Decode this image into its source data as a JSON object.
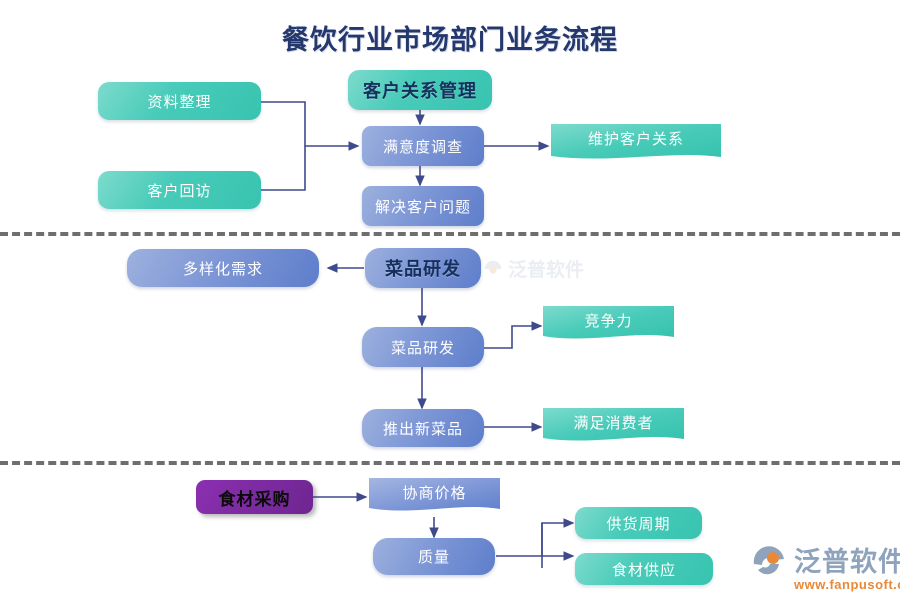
{
  "title": "餐饮行业市场部门业务流程",
  "colors": {
    "title": "#24386e",
    "teal": "#3dc6b4",
    "blue": "#6f8ed2",
    "purple": "#7a2a9e",
    "connector": "#3f4a8c",
    "divider": "#6e6e6e",
    "logo_text": "#8fa3bd",
    "logo_url": "#e8893a"
  },
  "sections": [
    {
      "id": "customer-relations",
      "header": {
        "label": "客户关系管理",
        "shape": "teal-rounded-header"
      },
      "nodes": [
        {
          "id": "data-organize",
          "label": "资料整理",
          "shape": "teal-rounded"
        },
        {
          "id": "customer-revisit",
          "label": "客户回访",
          "shape": "teal-rounded"
        },
        {
          "id": "satisfaction-survey",
          "label": "满意度调查",
          "shape": "blue-rounded"
        },
        {
          "id": "solve-customer-issue",
          "label": "解决客户问题",
          "shape": "blue-rounded"
        },
        {
          "id": "maintain-relations",
          "label": "维护客户关系",
          "shape": "teal-ribbon"
        }
      ]
    },
    {
      "id": "dish-development",
      "header": {
        "label": "菜品研发",
        "shape": "blue-rounded-header"
      },
      "nodes": [
        {
          "id": "diversified-demand",
          "label": "多样化需求",
          "shape": "blue-rounded"
        },
        {
          "id": "dish-rnd",
          "label": "菜品研发",
          "shape": "blue-rounded"
        },
        {
          "id": "competitiveness",
          "label": "竞争力",
          "shape": "teal-ribbon"
        },
        {
          "id": "launch-new-dish",
          "label": "推出新菜品",
          "shape": "blue-rounded"
        },
        {
          "id": "satisfy-consumer",
          "label": "满足消费者",
          "shape": "teal-ribbon"
        }
      ]
    },
    {
      "id": "ingredient-purchase",
      "header": {
        "label": "食材采购",
        "shape": "purple-rect-header"
      },
      "nodes": [
        {
          "id": "negotiate-price",
          "label": "协商价格",
          "shape": "blue-ribbon"
        },
        {
          "id": "quality",
          "label": "质量",
          "shape": "blue-rounded"
        },
        {
          "id": "supply-cycle",
          "label": "供货周期",
          "shape": "teal-rounded"
        },
        {
          "id": "ingredient-supply",
          "label": "食材供应",
          "shape": "teal-rounded"
        }
      ]
    }
  ],
  "logo": {
    "name": "泛普软件",
    "url": "www.fanpusoft.com"
  }
}
